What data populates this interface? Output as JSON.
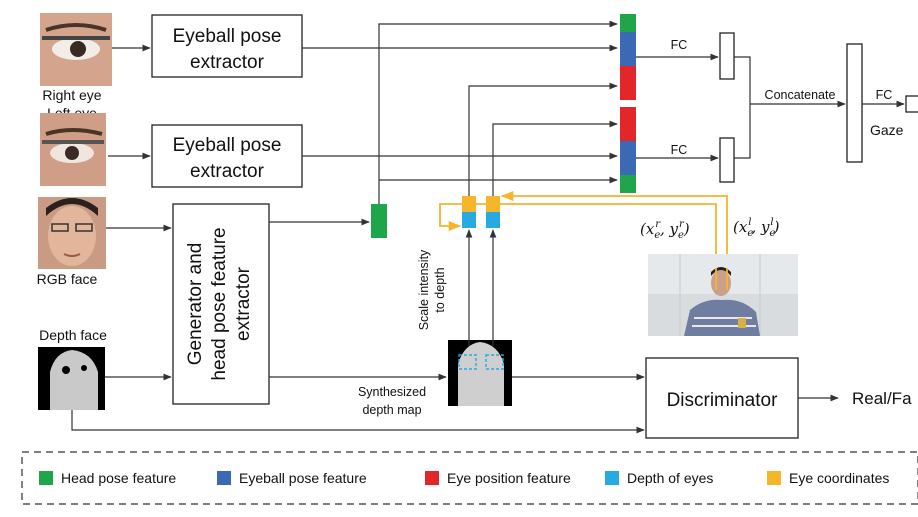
{
  "labels": {
    "extractor_line1": "Eyeball pose",
    "extractor_line2": "extractor",
    "right_eye": "Right eye",
    "left_eye": "Left eye",
    "rgb_face": "RGB face",
    "depth_face": "Depth face",
    "generator_line1": "Generator and",
    "generator_line2": "head pose feature",
    "generator_line3": "extractor",
    "scale_line1": "Scale intensity",
    "scale_line2": "to depth",
    "synth_line1": "Synthesized",
    "synth_line2": "depth map",
    "fc": "FC",
    "concatenate": "Concatenate",
    "gaze": "Gaze",
    "discriminator": "Discriminator",
    "real_fake": "Real/Fa",
    "coord_r": "(x",
    "coord_r_sup": "r",
    "coord_r_sub": "e",
    "coord_r_mid": ", y",
    "coord_r_sup2": "r",
    "coord_r_sub2": "e",
    "coord_r_end": ")",
    "coord_l": "(x",
    "coord_l_sup": "l",
    "coord_l_sub": "e",
    "coord_l_mid": ", y",
    "coord_l_sup2": "l",
    "coord_l_sub2": "e",
    "coord_l_end": ")"
  },
  "legend": [
    {
      "label": "Head pose feature",
      "color": "#1FA64A"
    },
    {
      "label": "Eyeball pose feature",
      "color": "#3B69B4"
    },
    {
      "label": "Eye position feature",
      "color": "#E3262A"
    },
    {
      "label": "Depth of eyes",
      "color": "#27AAE1"
    },
    {
      "label": "Eye coordinates",
      "color": "#F7B52A"
    }
  ],
  "colors": {
    "head_pose": "#1FA64A",
    "eyeball_pose": "#3B69B4",
    "eye_position": "#E3262A",
    "depth_of_eyes": "#27AAE1",
    "eye_coordinates": "#F7B52A"
  }
}
